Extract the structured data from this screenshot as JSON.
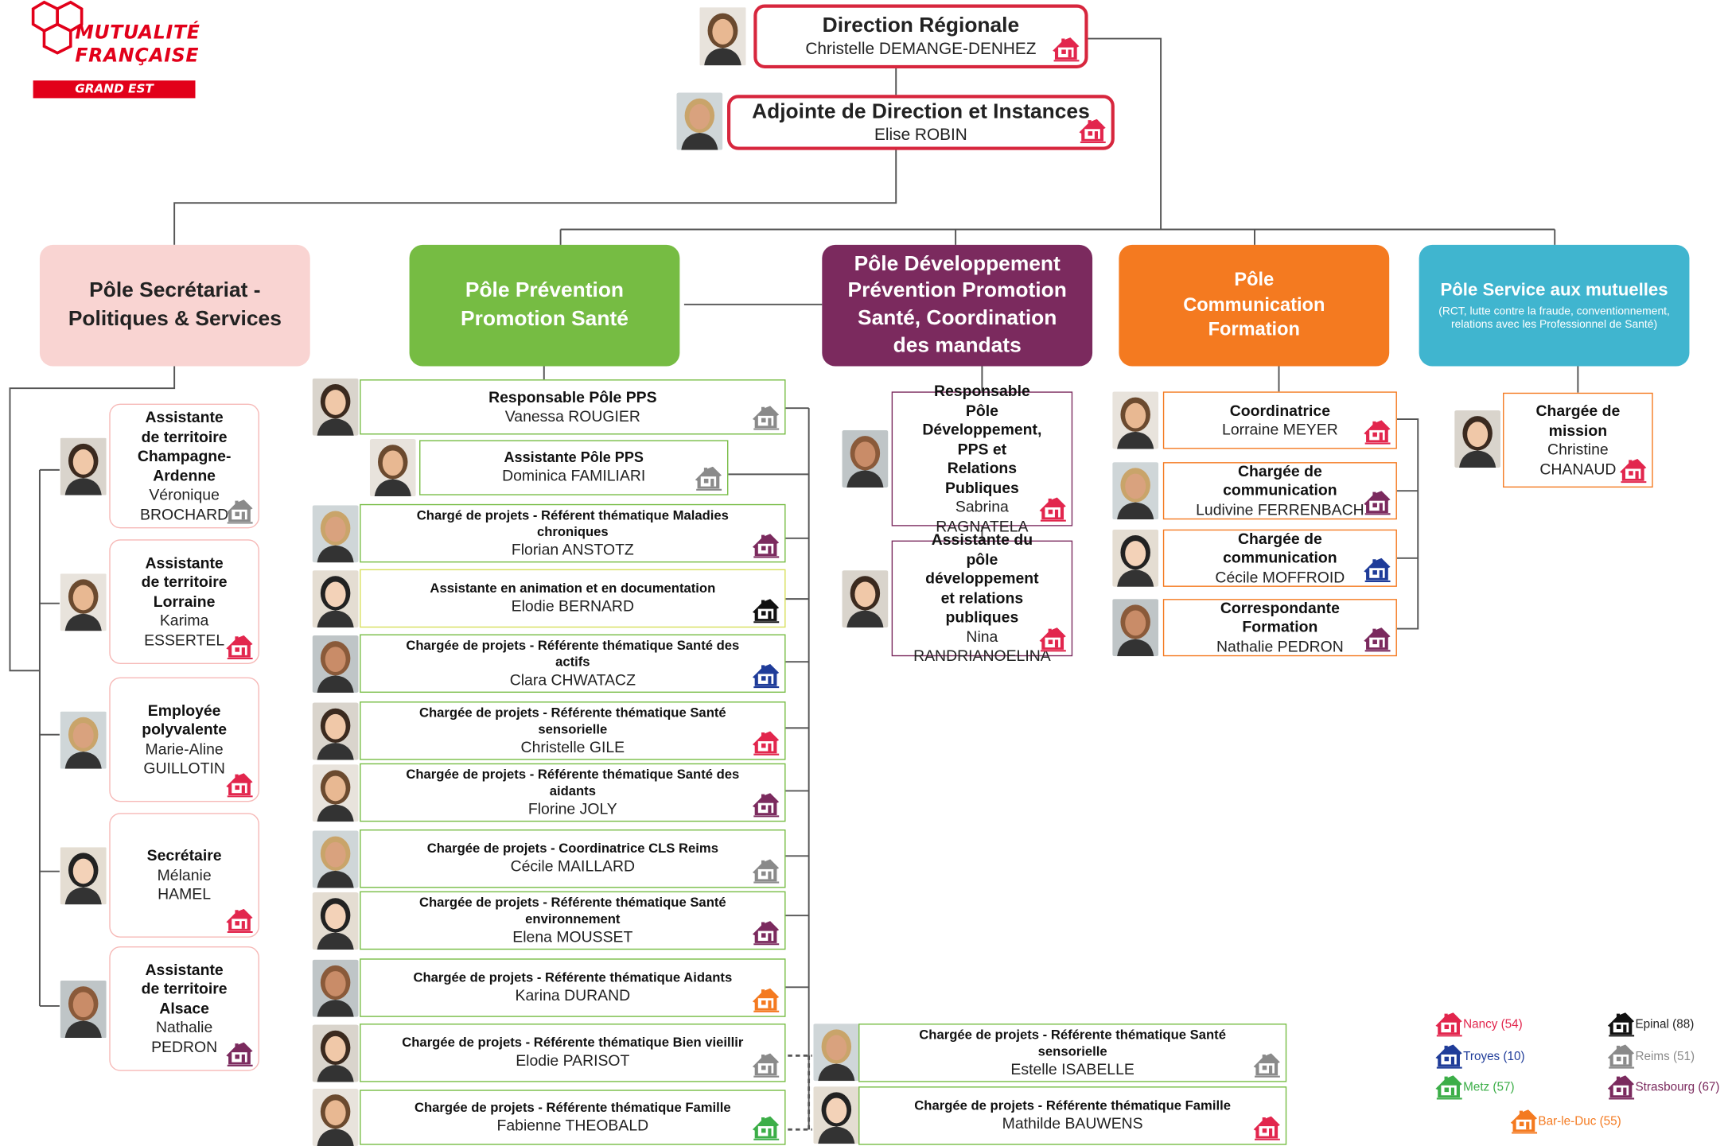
{
  "logo": {
    "line1": "MUTUALITÉ",
    "line2": "FRANÇAISE",
    "band": "GRAND EST",
    "color": "#e2001a"
  },
  "colors": {
    "direction": "#d7263d",
    "secretariat": "#f9d4d2",
    "prevention": "#76bc43",
    "developpement": "#7b2a5e",
    "communication": "#f47a20",
    "service": "#40b5cf"
  },
  "direction": {
    "title": "Direction Régionale",
    "name": "Christelle DEMANGE-DENHEZ"
  },
  "adjointe": {
    "title": "Adjointe de Direction et Instances",
    "name": "Elise ROBIN"
  },
  "poles": {
    "secretariat": "Pôle Secrétariat - Politiques & Services",
    "prevention": "Pôle Prévention Promotion Santé",
    "developpement": "Pôle Développement Prévention Promotion Santé, Coordination des mandats",
    "communication": "Pôle Communication Formation",
    "service": "Pôle Service aux mutuelles",
    "service_sub": "(RCT, lutte contre la fraude, conventionnement, relations avec les Professionnel de Santé)"
  },
  "secretariat_staff": [
    {
      "title": "Assistante de territoire Champagne-Ardenne",
      "name": "Véronique BROCHARD",
      "site": "reims"
    },
    {
      "title": "Assistante de territoire Lorraine",
      "name": "Karima ESSERTEL",
      "site": "nancy"
    },
    {
      "title": "Employée polyvalente",
      "name": "Marie-Aline GUILLOTIN",
      "site": "nancy"
    },
    {
      "title": "Secrétaire",
      "name": "Mélanie HAMEL",
      "site": "nancy"
    },
    {
      "title": "Assistante de territoire Alsace",
      "name": "Nathalie PEDRON",
      "site": "strasbourg"
    }
  ],
  "prevention_staff": [
    {
      "title": "Responsable Pôle PPS",
      "name": "Vanessa ROUGIER",
      "site": "reims"
    },
    {
      "title": "Assistante Pôle PPS",
      "name": "Dominica FAMILIARI",
      "site": "reims"
    },
    {
      "title": "Chargé de projets - Référent thématique Maladies chroniques",
      "name": "Florian ANSTOTZ",
      "site": "strasbourg"
    },
    {
      "title": "Assistante en animation et en documentation",
      "name": "Elodie BERNARD",
      "site": "epinal"
    },
    {
      "title": "Chargée de projets - Référente thématique Santé des actifs",
      "name": "Clara CHWATACZ",
      "site": "troyes"
    },
    {
      "title": "Chargée de projets - Référente thématique Santé sensorielle",
      "name": "Christelle GILE",
      "site": "nancy"
    },
    {
      "title": "Chargée de projets - Référente thématique Santé des aidants",
      "name": "Florine JOLY",
      "site": "strasbourg"
    },
    {
      "title": "Chargée de projets - Coordinatrice CLS Reims",
      "name": "Cécile MAILLARD",
      "site": "reims"
    },
    {
      "title": "Chargée de projets - Référente thématique Santé environnement",
      "name": "Elena MOUSSET",
      "site": "strasbourg"
    },
    {
      "title": "Chargée de projets - Référente thématique Aidants",
      "name": "Karina DURAND",
      "site": "barleduc"
    },
    {
      "title": "Chargée de projets - Référente thématique Bien vieillir",
      "name": "Elodie PARISOT",
      "site": "reims"
    },
    {
      "title": "Chargée de projets - Référente thématique Famille",
      "name": "Fabienne THEOBALD",
      "site": "metz"
    }
  ],
  "prevention_extra": [
    {
      "title": "Chargée de projets - Référente thématique Santé sensorielle",
      "name": "Estelle ISABELLE",
      "site": "reims"
    },
    {
      "title": "Chargée de projets - Référente thématique Famille",
      "name": "Mathilde BAUWENS",
      "site": "nancy"
    }
  ],
  "developpement_staff": [
    {
      "title": "Responsable Pôle Développement, PPS et Relations Publiques",
      "name": "Sabrina RAGNATELA",
      "site": "nancy"
    },
    {
      "title": "Assistante du pôle développement et relations publiques",
      "name": "Nina RANDRIANOELINA",
      "site": "nancy"
    }
  ],
  "communication_staff": [
    {
      "title": "Coordinatrice",
      "name": "Lorraine MEYER",
      "site": "nancy"
    },
    {
      "title": "Chargée de communication",
      "name": "Ludivine FERRENBACH",
      "site": "strasbourg"
    },
    {
      "title": "Chargée de communication",
      "name": "Cécile MOFFROID",
      "site": "troyes"
    },
    {
      "title": "Correspondante Formation",
      "name": "Nathalie PEDRON",
      "site": "strasbourg"
    }
  ],
  "service_staff": [
    {
      "title": "Chargée de mission",
      "name": "Christine CHANAUD",
      "site": "nancy"
    }
  ],
  "legend": [
    {
      "key": "nancy",
      "label": "Nancy (54)",
      "color": "#e2264d"
    },
    {
      "key": "epinal",
      "label": "Epinal (88)",
      "color": "#111111"
    },
    {
      "key": "troyes",
      "label": "Troyes (10)",
      "color": "#1f3c99"
    },
    {
      "key": "reims",
      "label": "Reims (51)",
      "color": "#8a8a8a"
    },
    {
      "key": "metz",
      "label": "Metz (57)",
      "color": "#3cae48"
    },
    {
      "key": "strasbourg",
      "label": "Strasbourg (67)",
      "color": "#7b2a5e"
    },
    {
      "key": "barleduc",
      "label": "Bar-le-Duc (55)",
      "color": "#f47a20"
    }
  ]
}
